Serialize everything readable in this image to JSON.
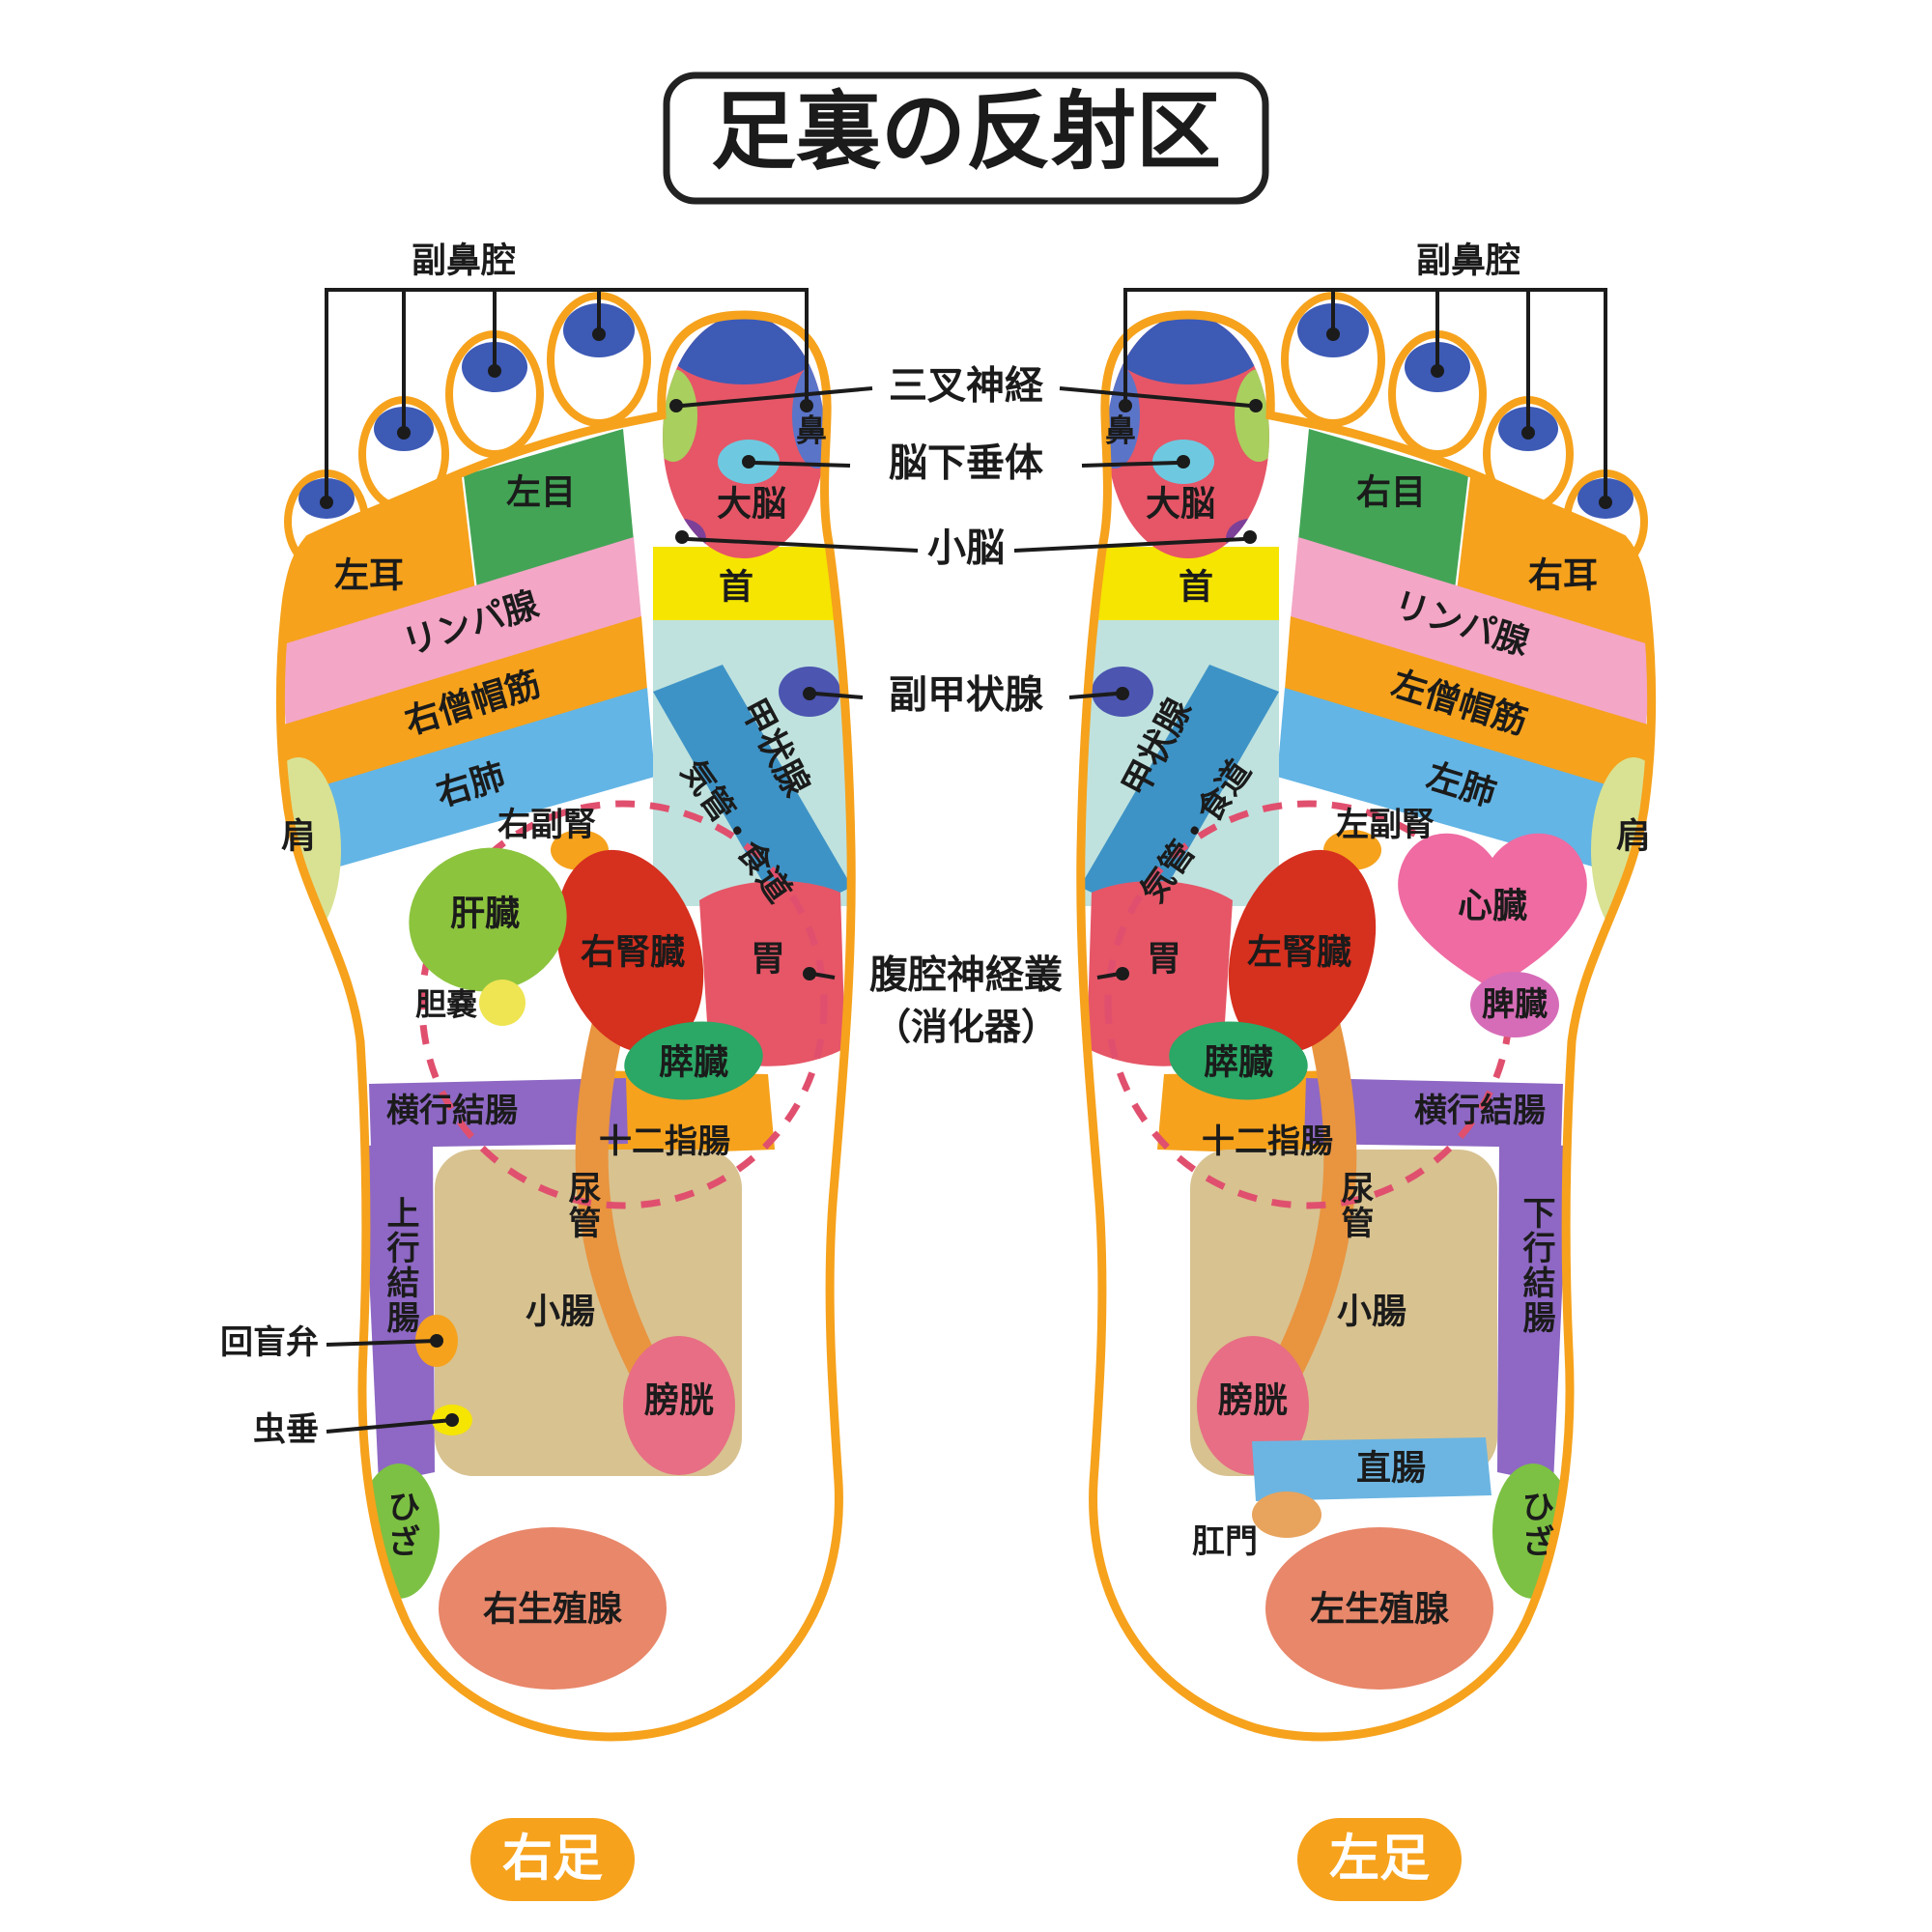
{
  "title": "足裏の反射区",
  "center": {
    "trigeminal": "三叉神経",
    "pituitary": "脳下垂体",
    "cerebellum": "小脳",
    "parathyroid": "副甲状腺",
    "celiac_line1": "腹腔神経叢",
    "celiac_line2": "（消化器）"
  },
  "right": {
    "badge": "右足",
    "sinus": "副鼻腔",
    "nose": "鼻",
    "cerebrum": "大脳",
    "neck": "首",
    "eye": "左目",
    "ear": "左耳",
    "lymph": "リンパ腺",
    "trapezius": "右僧帽筋",
    "lung": "右肺",
    "shoulder": "肩",
    "thyroid": "甲状腺",
    "trachea": "気管・食道",
    "adrenal": "右副腎",
    "liver": "肝臓",
    "gallbladder": "胆嚢",
    "kidney": "右腎臓",
    "stomach": "胃",
    "pancreas": "膵臓",
    "duodenum": "十二指腸",
    "transverse_colon": "横行結腸",
    "ascending_colon": "上行結腸",
    "ureter": "尿管",
    "small_intestine": "小腸",
    "ileocecal_valve": "回盲弁",
    "appendix": "虫垂",
    "bladder": "膀胱",
    "knee": "ひざ",
    "gonad": "右生殖腺"
  },
  "left": {
    "badge": "左足",
    "sinus": "副鼻腔",
    "nose": "鼻",
    "cerebrum": "大脳",
    "neck": "首",
    "eye": "右目",
    "ear": "右耳",
    "lymph": "リンパ腺",
    "trapezius": "左僧帽筋",
    "lung": "左肺",
    "shoulder": "肩",
    "thyroid": "甲状腺",
    "trachea": "気管・食道",
    "adrenal": "左副腎",
    "heart": "心臓",
    "spleen": "脾臓",
    "kidney": "左腎臓",
    "stomach": "胃",
    "pancreas": "膵臓",
    "duodenum": "十二指腸",
    "transverse_colon": "横行結腸",
    "descending_colon": "下行結腸",
    "ureter": "尿管",
    "small_intestine": "小腸",
    "bladder": "膀胱",
    "rectum": "直腸",
    "anus": "肛門",
    "knee": "ひざ",
    "gonad": "左生殖腺"
  },
  "colors": {
    "outline": "#F6A21C",
    "sinus_cap": "#3D5AB5",
    "bigtoe_red": "#E65667",
    "nose_blue": "#5A74C8",
    "trigeminal": "#A9CF5E",
    "pituitary": "#6EC9E0",
    "cerebellum": "#7C4099",
    "neck": "#F5E500",
    "eye": "#43A456",
    "ear_region": "#F6A21C",
    "lymph": "#F3A6C6",
    "trapezius": "#F6A21C",
    "lung": "#63B5E5",
    "shoulder": "#D9E293",
    "thyroid": "#BFE2DE",
    "trachea": "#3E93C6",
    "parathyroid": "#4C55B0",
    "adrenal": "#F6A21C",
    "liver": "#8CC43E",
    "gallbladder": "#EFE452",
    "kidney": "#D6301F",
    "stomach": "#E65667",
    "pancreas": "#2BA766",
    "duodenum": "#F6A21C",
    "colon": "#8E68C4",
    "small_intestine": "#D8C290",
    "ureter": "#E9943F",
    "ileocecal": "#F6A21C",
    "appendix": "#F5E500",
    "bladder": "#E76E84",
    "knee": "#7CC143",
    "gonad": "#E8876A",
    "heart": "#EF6BA2",
    "spleen": "#D66CB8",
    "rectum": "#6CB5E2",
    "anus": "#E8A35C",
    "celiac_dash": "#E0506E",
    "badge_bg": "#F6A21C",
    "badge_text": "#FFFFFF",
    "label_text": "#1B1B1B"
  }
}
